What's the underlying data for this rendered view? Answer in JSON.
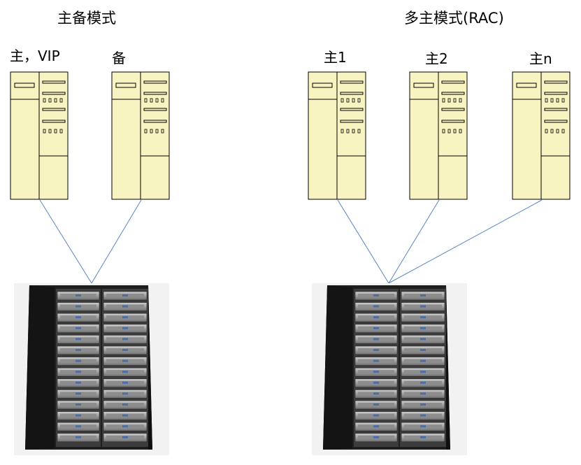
{
  "left_section": {
    "title": "主备模式",
    "servers": [
      {
        "label": "主，VIP"
      },
      {
        "label": "备"
      }
    ],
    "storage": {
      "icon": "storage-rack-icon"
    }
  },
  "right_section": {
    "title": "多主模式(RAC)",
    "servers": [
      {
        "label": "主1"
      },
      {
        "label": "主2"
      },
      {
        "label": "主n"
      }
    ],
    "storage": {
      "icon": "storage-rack-icon"
    }
  },
  "colors": {
    "server_fill": "#f8f4c2",
    "line": "#5a86c4",
    "rack_frame": "#2a2a2a",
    "rack_unit": "#9a9a9a"
  },
  "icons": {
    "server": "server-tower-icon",
    "storage": "storage-rack-icon"
  }
}
